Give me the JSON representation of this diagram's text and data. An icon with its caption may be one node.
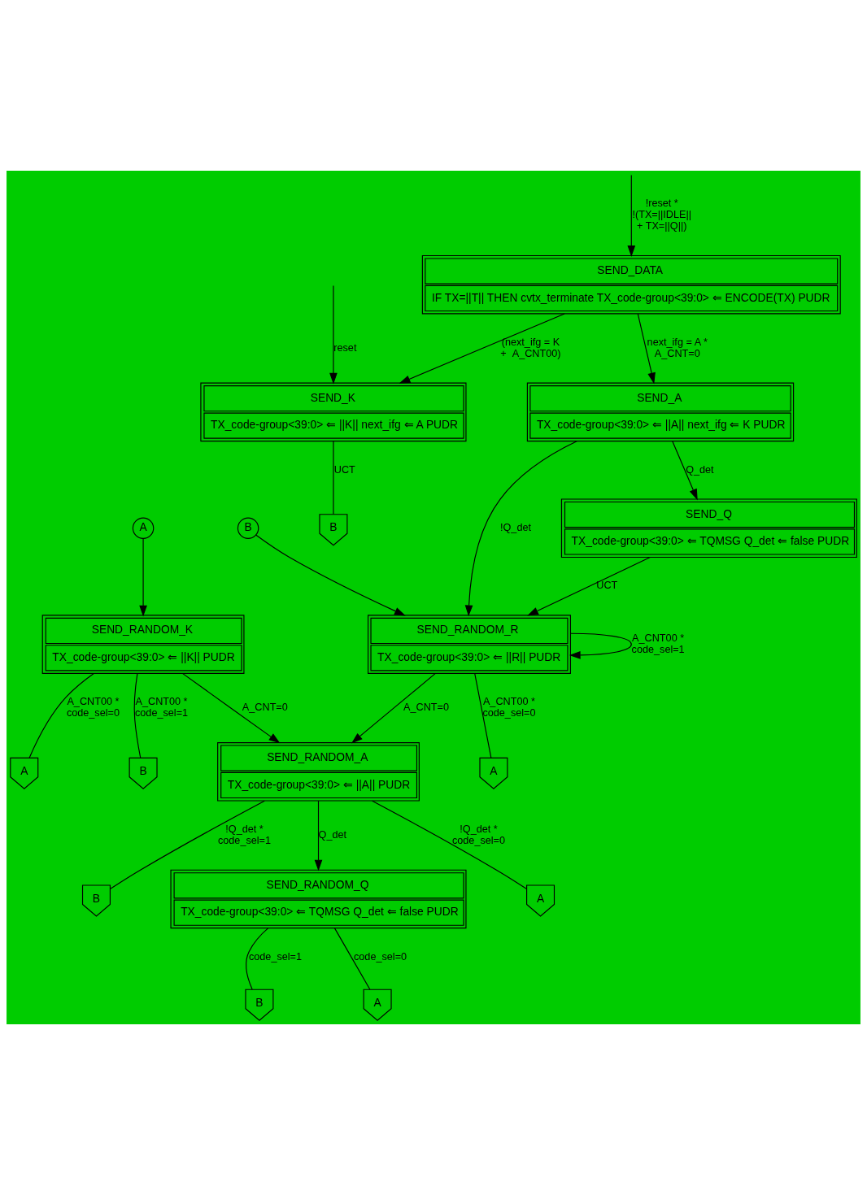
{
  "diagram": {
    "nodes": [
      {
        "text": [
          "SEND_DATA",
          "IF TX=||T|| THEN cvtx_terminate TX_code-group<39:0> ⇐ ENCODE(TX) PUDR"
        ]
      },
      {
        "text": [
          "SEND_A",
          "TX_code-group<39:0> ⇐ ||A|| next_ifg ⇐ K PUDR"
        ]
      },
      {
        "text": [
          "SEND_K",
          "TX_code-group<39:0> ⇐ ||K|| next_ifg ⇐ A PUDR"
        ]
      },
      {
        "text": [
          "B"
        ]
      },
      {
        "text": [
          "SEND_Q",
          "TX_code-group<39:0> ⇐ TQMSG Q_det ⇐ false PUDR"
        ]
      },
      {
        "text": [
          "B"
        ]
      },
      {
        "text": [
          "A"
        ]
      },
      {
        "text": [
          "SEND_RANDOM_R",
          "TX_code-group<39:0> ⇐ ||R|| PUDR"
        ]
      },
      {
        "text": [
          "SEND_RANDOM_K",
          "TX_code-group<39:0> ⇐ ||K|| PUDR"
        ]
      },
      {
        "text": [
          "A"
        ]
      },
      {
        "text": [
          "B"
        ]
      },
      {
        "text": [
          "SEND_RANDOM_A",
          "TX_code-group<39:0> ⇐ ||A|| PUDR"
        ]
      },
      {
        "text": [
          "A"
        ]
      },
      {
        "text": [
          "B"
        ]
      },
      {
        "text": [
          "SEND_RANDOM_Q",
          "TX_code-group<39:0> ⇐ TQMSG Q_det ⇐ false PUDR"
        ]
      },
      {
        "text": [
          "A"
        ]
      },
      {
        "text": [
          "B"
        ]
      },
      {
        "text": [
          "A"
        ]
      }
    ],
    "edges": [
      {
        "from": null,
        "to": 0,
        "arrow": "to",
        "label": "!reset * !(TX=||IDLE|| + TX=||Q||)"
      },
      {
        "from": 0,
        "to": 1,
        "arrow": "to",
        "label": "next_ifg = A * A_CNT=0"
      },
      {
        "from": 0,
        "to": 2,
        "arrow": "to",
        "label": "(next_ifg = K +  A_CNT00)"
      },
      {
        "from": null,
        "to": 2,
        "arrow": "to",
        "label": "reset"
      },
      {
        "from": 2,
        "to": 3,
        "arrow": "none",
        "label": "UCT"
      },
      {
        "from": 1,
        "to": 4,
        "arrow": "to",
        "label": "Q_det"
      },
      {
        "from": 1,
        "to": 7,
        "arrow": "to",
        "label": "!Q_det"
      },
      {
        "from": 4,
        "to": 7,
        "arrow": "to",
        "label": "UCT"
      },
      {
        "from": 5,
        "to": 7,
        "arrow": "to"
      },
      {
        "from": 7,
        "to": 7,
        "arrow": "to",
        "label": "A_CNT00 * code_sel=1"
      },
      {
        "from": 6,
        "to": 8,
        "arrow": "to"
      },
      {
        "from": 7,
        "to": 9,
        "arrow": "none",
        "label": "A_CNT00 * code_sel=0"
      },
      {
        "from": 7,
        "to": 11,
        "arrow": "to",
        "label": "A_CNT=0"
      },
      {
        "from": 8,
        "to": 11,
        "arrow": "to",
        "label": "A_CNT=0"
      },
      {
        "from": 8,
        "to": 10,
        "arrow": "none",
        "label": "A_CNT00 * code_sel=1"
      },
      {
        "from": 8,
        "to": 12,
        "arrow": "none",
        "label": "A_CNT00 * code_sel=0"
      },
      {
        "from": 11,
        "to": 14,
        "arrow": "to",
        "label": "Q_det"
      },
      {
        "from": 11,
        "to": 13,
        "arrow": "none",
        "label": "!Q_det * code_sel=1"
      },
      {
        "from": 11,
        "to": 15,
        "arrow": "none",
        "label": "!Q_det * code_sel=0"
      },
      {
        "from": 14,
        "to": 16,
        "arrow": "none",
        "label": "code_sel=1"
      },
      {
        "from": 14,
        "to": 17,
        "arrow": "none",
        "label": "code_sel=0"
      }
    ]
  }
}
